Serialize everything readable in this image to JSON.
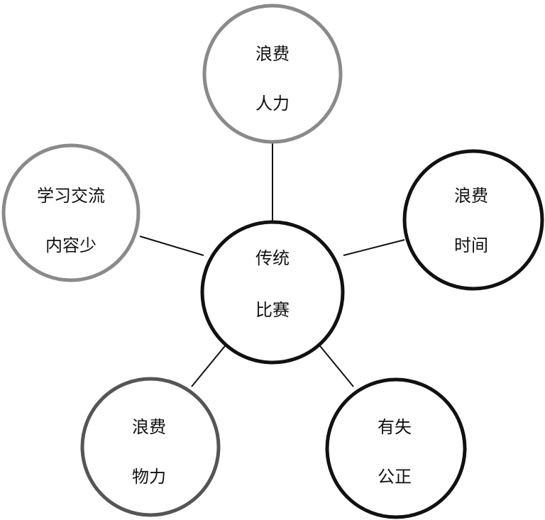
{
  "center": {
    "line1": "传统",
    "line2": "比赛",
    "stroke": "#111111"
  },
  "nodes": [
    {
      "id": "top",
      "line1": "浪费",
      "line2": "人力",
      "stroke": "#8a8a8a"
    },
    {
      "id": "left",
      "line1": "学习交流",
      "line2": "内容少",
      "stroke": "#8a8a8a"
    },
    {
      "id": "right",
      "line1": "浪费",
      "line2": "时间",
      "stroke": "#111111"
    },
    {
      "id": "bottom-left",
      "line1": "浪费",
      "line2": "物力",
      "stroke": "#555555"
    },
    {
      "id": "bottom-right",
      "line1": "有失",
      "line2": "公正",
      "stroke": "#111111"
    }
  ]
}
